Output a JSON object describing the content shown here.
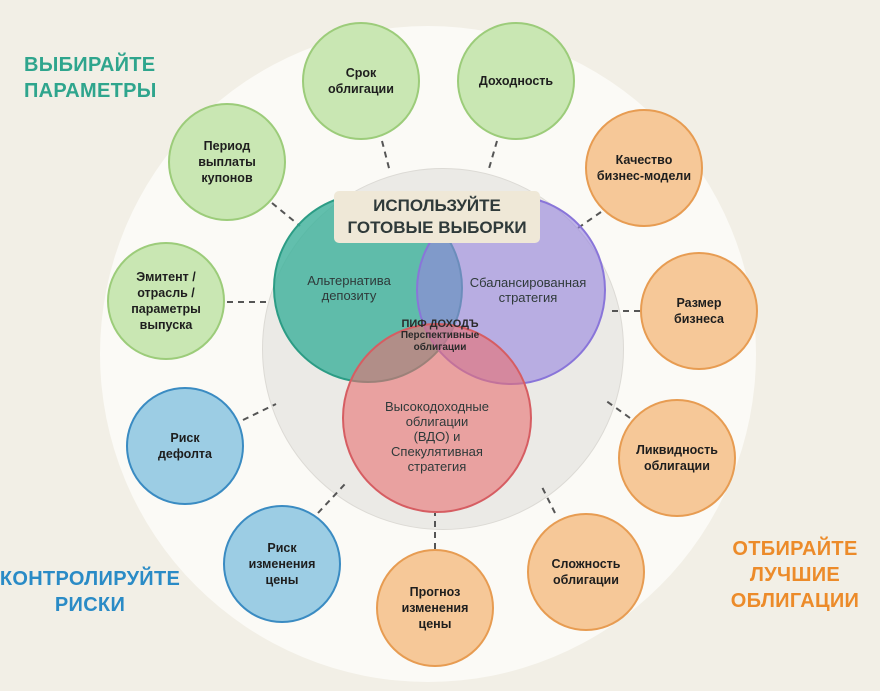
{
  "corner_labels": {
    "top_left": "ВЫБИРАЙТЕ\nПАРАМЕТРЫ",
    "bottom_left": "КОНТРОЛИРУЙТЕ\nРИСКИ",
    "bottom_right": "ОТБИРАЙТЕ\nЛУЧШИЕ\nОБЛИГАЦИИ"
  },
  "center_title": "ИСПОЛЬЗУЙТЕ\nГОТОВЫЕ ВЫБОРКИ",
  "venn": {
    "teal": "Альтернатива\nдепозиту",
    "purple": "Сбалансированная\nстратегия",
    "red": "Высокодоходные\nоблигации\n(ВДО) и\nСпекулятивная\nстратегия",
    "center_name": "ПИФ ДОХОДЪ",
    "center_sub": "Перспективные\nоблигации"
  },
  "nodes": {
    "srok": "Срок\nоблигации",
    "dohodnost": "Доходность",
    "period": "Период\nвыплаты\nкупонов",
    "emitent": "Эмитент /\nотрасль /\nпараметры\nвыпуска",
    "kachestvo": "Качество\nбизнес-модели",
    "razmer": "Размер\nбизнеса",
    "likvidnost": "Ликвидность\nоблигации",
    "slozhnost": "Сложность\nоблигации",
    "prognoz": "Прогноз\nизменения\nцены",
    "risk_izm": "Риск\nизменения\nцены",
    "risk_def": "Риск\nдефолта"
  },
  "colors": {
    "green": "#c9e7b3",
    "orange": "#f6c898",
    "blue": "#9ccde4",
    "teal": "#3fb29c",
    "purple": "#9683e0",
    "red": "#e86f71"
  }
}
